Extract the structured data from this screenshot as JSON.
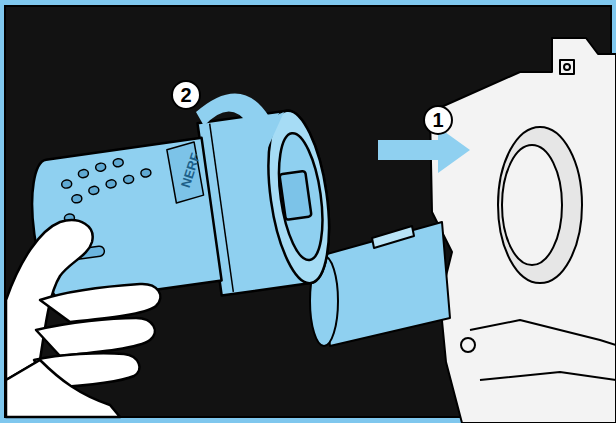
{
  "diagram": {
    "labels": [
      "2",
      "1",
      "NERF"
    ]
  }
}
